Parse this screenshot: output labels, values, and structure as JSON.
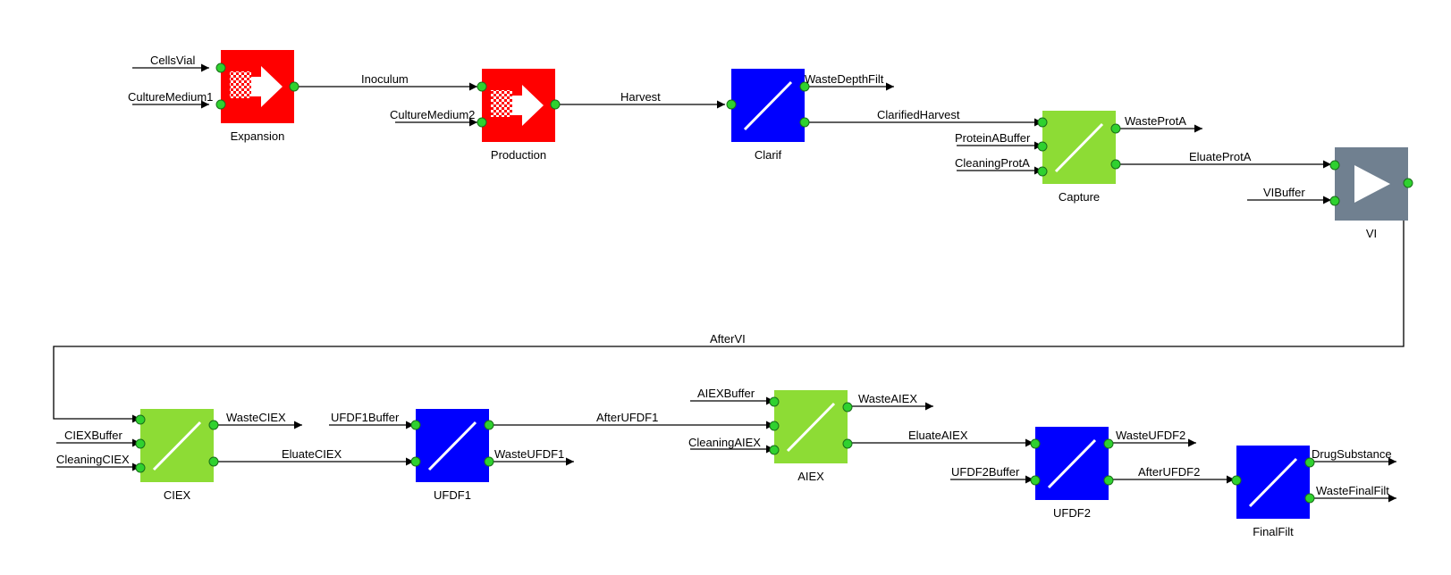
{
  "colors": {
    "bioreactor": "#ff0000",
    "filter_blue": "#0000ff",
    "chromatography_green": "#8ddc35",
    "vi_gray": "#708090",
    "port": "#2fd12f",
    "wire": "#000000"
  },
  "units": {
    "expansion": {
      "name": "Expansion",
      "icon": "bioreactor-icon"
    },
    "production": {
      "name": "Production",
      "icon": "bioreactor-icon"
    },
    "clarif": {
      "name": "Clarif",
      "icon": "filter-icon"
    },
    "capture": {
      "name": "Capture",
      "icon": "chromatography-icon"
    },
    "vi": {
      "name": "VI",
      "icon": "play-icon"
    },
    "ciex": {
      "name": "CIEX",
      "icon": "chromatography-icon"
    },
    "ufdf1": {
      "name": "UFDF1",
      "icon": "filter-icon"
    },
    "aiex": {
      "name": "AIEX",
      "icon": "chromatography-icon"
    },
    "ufdf2": {
      "name": "UFDF2",
      "icon": "filter-icon"
    },
    "finalfilt": {
      "name": "FinalFilt",
      "icon": "filter-icon"
    }
  },
  "streams": {
    "cells_vial": "CellsVial",
    "culture_medium1": "CultureMedium1",
    "inoculum": "Inoculum",
    "culture_medium2": "CultureMedium2",
    "harvest": "Harvest",
    "waste_depth_filt": "WasteDepthFilt",
    "clarified_harvest": "ClarifiedHarvest",
    "protein_a_buffer": "ProteinABuffer",
    "cleaning_prot_a": "CleaningProtA",
    "waste_prot_a": "WasteProtA",
    "eluate_prot_a": "EluateProtA",
    "vi_buffer": "VIBuffer",
    "after_vi": "AfterVI",
    "ciex_buffer": "CIEXBuffer",
    "cleaning_ciex": "CleaningCIEX",
    "waste_ciex": "WasteCIEX",
    "eluate_ciex": "EluateCIEX",
    "ufdf1_buffer": "UFDF1Buffer",
    "waste_ufdf1": "WasteUFDF1",
    "after_ufdf1": "AfterUFDF1",
    "aiex_buffer": "AIEXBuffer",
    "cleaning_aiex": "CleaningAIEX",
    "waste_aiex": "WasteAIEX",
    "eluate_aiex": "EluateAIEX",
    "ufdf2_buffer": "UFDF2Buffer",
    "waste_ufdf2": "WasteUFDF2",
    "after_ufdf2": "AfterUFDF2",
    "drug_substance": "DrugSubstance",
    "waste_final_filt": "WasteFinalFilt"
  }
}
